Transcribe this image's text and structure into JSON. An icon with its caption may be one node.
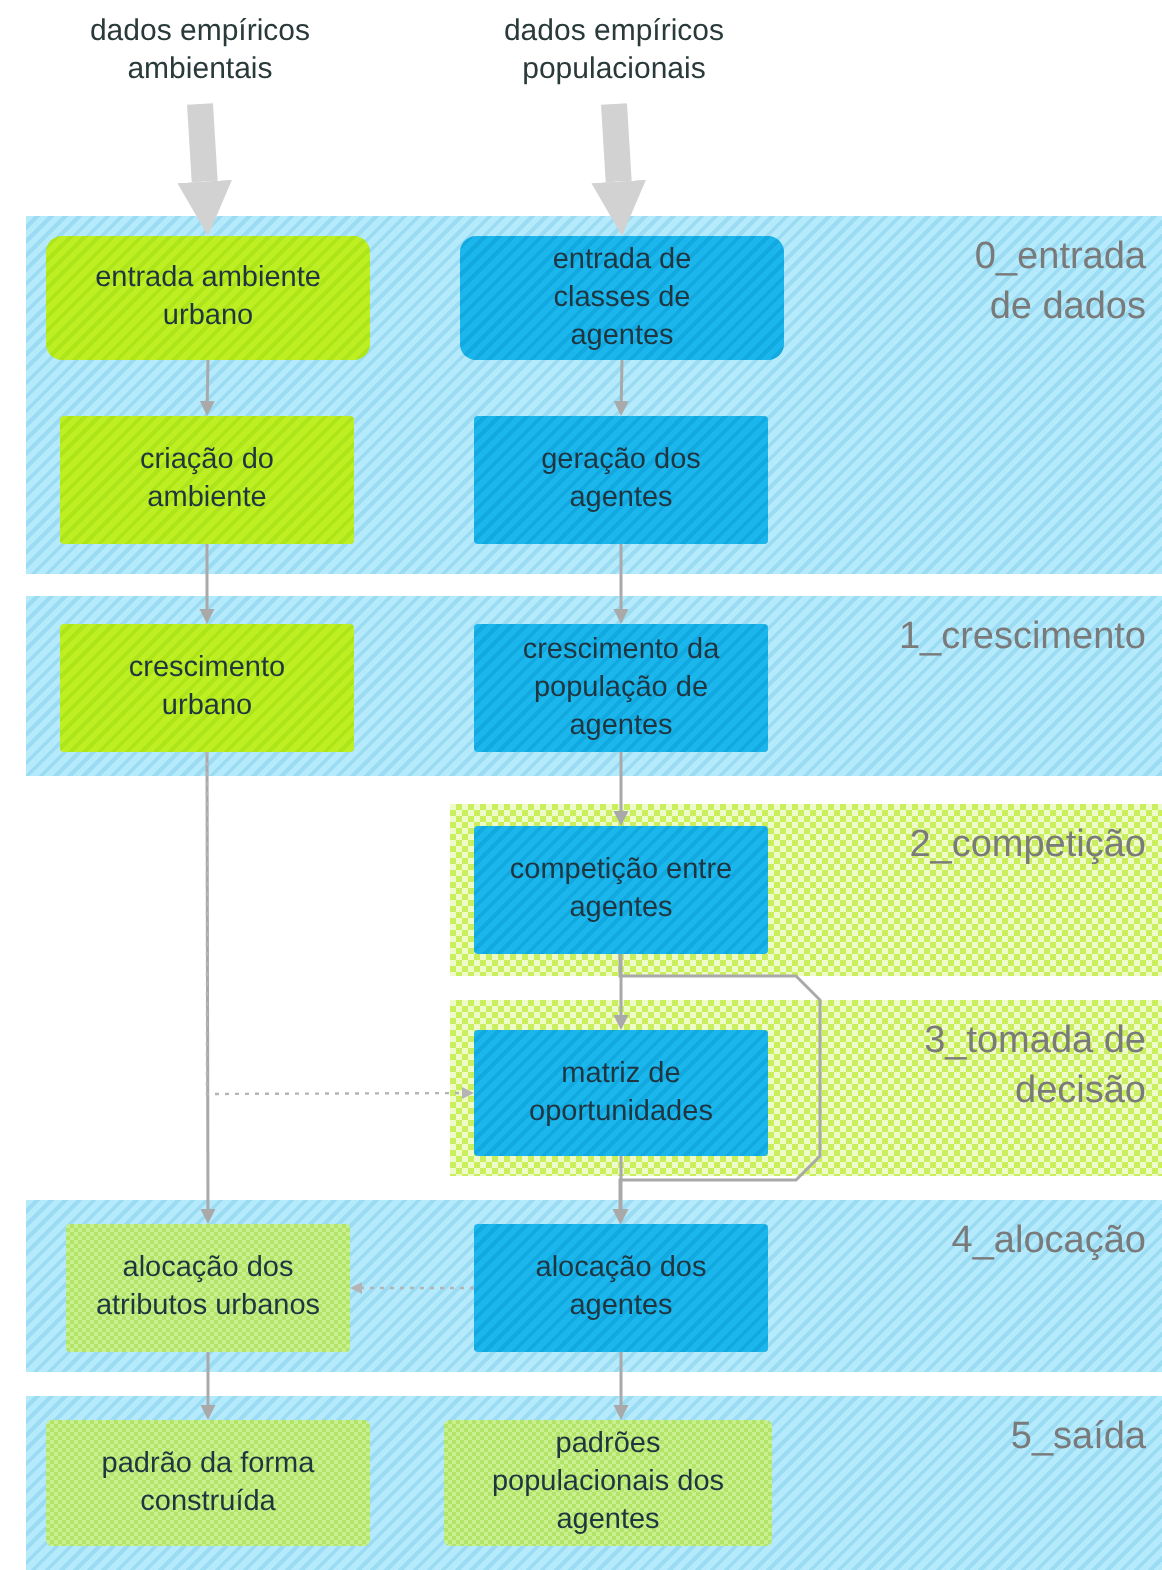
{
  "diagram": {
    "nodes": [
      {
        "text": [
          "dados empíricos ambientais"
        ]
      },
      {
        "text": [
          "dados empíricos populacionais"
        ]
      },
      {
        "text": [
          "0_entrada de dados"
        ]
      },
      {
        "text": [
          "entrada ambiente urbano"
        ],
        "in": 2
      },
      {
        "text": [
          "entrada de classes de agentes"
        ],
        "in": 2
      },
      {
        "text": [
          "criação do ambiente"
        ],
        "in": 2
      },
      {
        "text": [
          "geração dos agentes"
        ],
        "in": 2
      },
      {
        "text": [
          "1_crescimento"
        ]
      },
      {
        "text": [
          "crescimento urbano"
        ],
        "in": 7
      },
      {
        "text": [
          "crescimento da população de agentes"
        ],
        "in": 7
      },
      {
        "text": [
          "2_competição"
        ]
      },
      {
        "text": [
          "competição entre agentes"
        ],
        "in": 10
      },
      {
        "text": [
          "3_tomada de decisão"
        ]
      },
      {
        "text": [
          "matriz de oportunidades"
        ],
        "in": 12
      },
      {
        "text": [
          "4_alocação"
        ]
      },
      {
        "text": [
          "alocação dos atributos urbanos"
        ],
        "in": 14
      },
      {
        "text": [
          "alocação dos agentes"
        ],
        "in": 14
      },
      {
        "text": [
          "5_saída"
        ]
      },
      {
        "text": [
          "padrão da forma construída"
        ],
        "in": 17
      },
      {
        "text": [
          "padrões populacionais dos agentes"
        ],
        "in": 17
      }
    ],
    "edges": [
      {
        "from": 0,
        "to": 3,
        "arrow": "to",
        "style": "thick"
      },
      {
        "from": 1,
        "to": 4,
        "arrow": "to",
        "style": "thick"
      },
      {
        "from": 3,
        "to": 5,
        "arrow": "to"
      },
      {
        "from": 4,
        "to": 6,
        "arrow": "to"
      },
      {
        "from": 5,
        "to": 8,
        "arrow": "to"
      },
      {
        "from": 6,
        "to": 9,
        "arrow": "to"
      },
      {
        "from": 8,
        "to": 15,
        "arrow": "to"
      },
      {
        "from": 8,
        "to": 13,
        "arrow": "to",
        "style": "dashed"
      },
      {
        "from": 9,
        "to": 11,
        "arrow": "to"
      },
      {
        "from": 11,
        "to": 13,
        "arrow": "to"
      },
      {
        "from": 11,
        "to": 16,
        "arrow": "to"
      },
      {
        "from": 13,
        "to": 16,
        "arrow": "to"
      },
      {
        "from": 16,
        "to": 15,
        "arrow": "to",
        "style": "dashed"
      },
      {
        "from": 15,
        "to": 18,
        "arrow": "to"
      },
      {
        "from": 16,
        "to": 19,
        "arrow": "to"
      }
    ]
  }
}
